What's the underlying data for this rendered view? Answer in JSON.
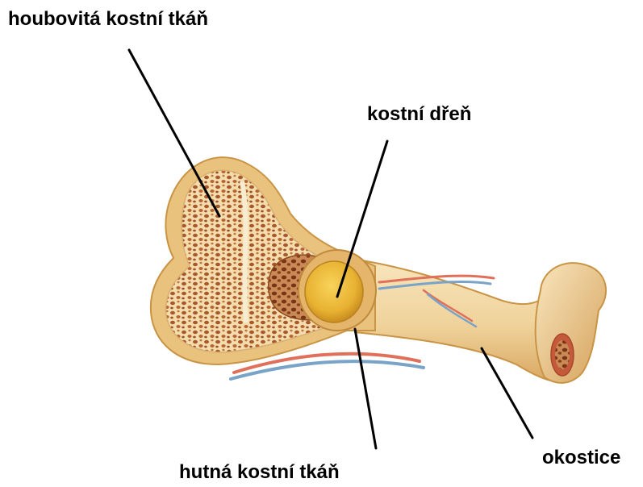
{
  "diagram": {
    "labels": {
      "spongy_bone": "houbovitá kostní tkáň",
      "bone_marrow": "kostní dřeň",
      "compact_bone": "hutná kostní tkáň",
      "periosteum": "okostice"
    },
    "colors": {
      "background": "#ffffff",
      "bone_light": "#f6e3b4",
      "bone_mid": "#e9c27d",
      "bone_dark": "#c99445",
      "marrow_yellow": "#f0c23a",
      "spongy_red": "#b5602a",
      "artery": "#e0705a",
      "vein": "#7aa3c8",
      "leader_line": "#000000"
    }
  }
}
